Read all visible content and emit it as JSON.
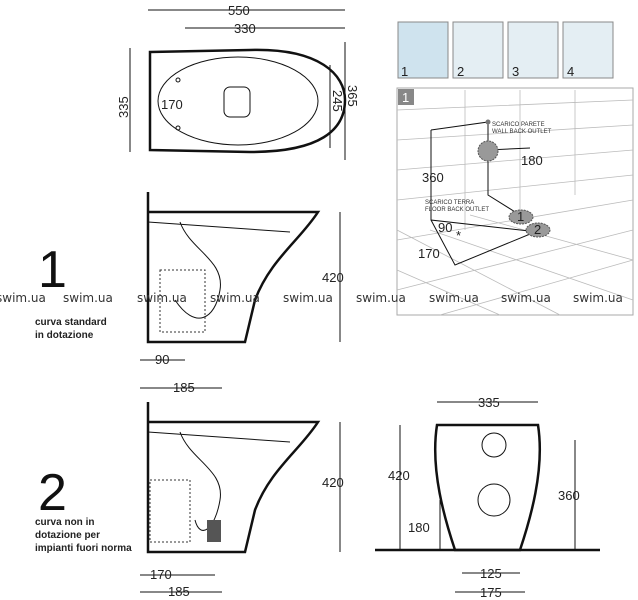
{
  "top_view": {
    "width_total": "550",
    "width_inner": "330",
    "depth_left": "335",
    "depth_right": "365",
    "depth_inner": "245",
    "hole_spacing": "170"
  },
  "side_view_1": {
    "height": "420",
    "offset_a": "90",
    "offset_b": "185",
    "number": "1",
    "caption_line1": "curva standard",
    "caption_line2": "in dotazione"
  },
  "side_view_2": {
    "height": "420",
    "offset_a": "170",
    "offset_b": "185",
    "number": "2",
    "caption_line1": "curva non in",
    "caption_line2": "dotazione per",
    "caption_line3": "impianti fuori norma"
  },
  "front_view": {
    "width": "335",
    "height": "420",
    "outlet_height": "360",
    "floor_outlet": "180",
    "base_inner": "125",
    "base_outer": "175"
  },
  "install_steps": [
    "1",
    "2",
    "3",
    "4"
  ],
  "perspective": {
    "panel_number": "1",
    "wall_outlet_it": "SCARICO PARETE",
    "wall_outlet_en": "WALL BACK OUTLET",
    "floor_outlet_it": "SCARICO TERRA",
    "floor_outlet_en": "FLOOR BACK OUTLET",
    "dim_180": "180",
    "dim_360": "360",
    "dim_90": "90",
    "dim_170": "170",
    "outlet_1": "1",
    "outlet_2": "2",
    "asterisk": "*"
  },
  "watermark": "swim.ua"
}
